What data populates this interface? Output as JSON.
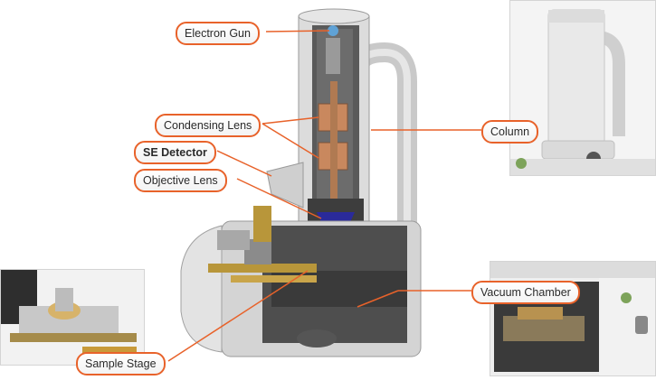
{
  "labels": {
    "electron_gun": "Electron Gun",
    "condensing_lens": "Condensing Lens",
    "se_detector": "SE Detector",
    "objective_lens": "Objective Lens",
    "column": "Column",
    "vacuum_chamber": "Vacuum Chamber",
    "sample_stage": "Sample Stage"
  },
  "colors": {
    "callout_border": "#e8622a",
    "leader_line": "#e8622a",
    "metal_light": "#d9d9d9",
    "metal_dark": "#6e6e6e",
    "lens_copper": "#c9885e",
    "brass": "#b8963a"
  }
}
